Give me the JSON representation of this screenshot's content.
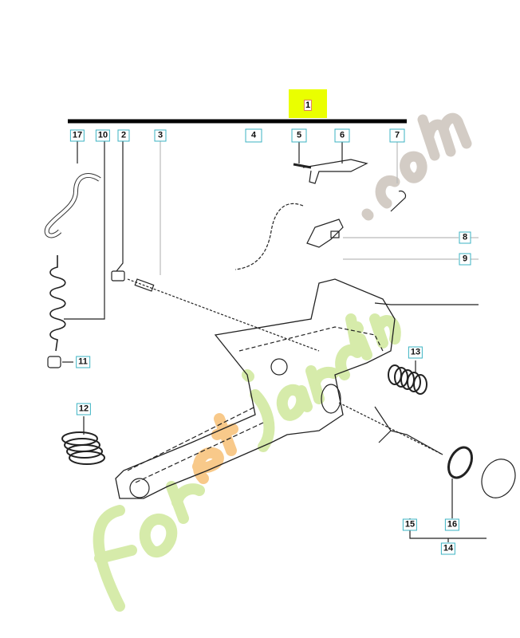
{
  "diagram": {
    "main_assembly_label": "1",
    "highlight_color": "#eaff00",
    "callout_border_color": "#3bb3c3",
    "callouts": [
      "17",
      "10",
      "2",
      "3",
      "4",
      "5",
      "6",
      "7",
      "8",
      "9",
      "11",
      "12",
      "13",
      "15",
      "16",
      "14"
    ]
  },
  "watermark": {
    "text": "foretjardin.com"
  }
}
